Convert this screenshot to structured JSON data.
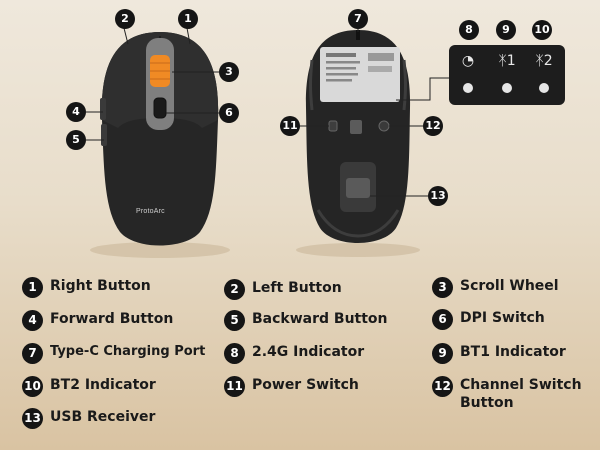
{
  "callouts": {
    "c1": "1",
    "c2": "2",
    "c3": "3",
    "c4": "4",
    "c5": "5",
    "c6": "6",
    "c7": "7",
    "c8": "8",
    "c9": "9",
    "c10": "10",
    "c11": "11",
    "c12": "12",
    "c13": "13"
  },
  "mouse_brand": "ProtoArc",
  "indicator_panel": {
    "icons": [
      "wifi-icon",
      "bluetooth-icon",
      "bluetooth-icon"
    ],
    "bt1_label": "1",
    "bt2_label": "2"
  },
  "legend": [
    {
      "num": "1",
      "label": "Right Button"
    },
    {
      "num": "2",
      "label": "Left Button"
    },
    {
      "num": "3",
      "label": "Scroll Wheel"
    },
    {
      "num": "4",
      "label": "Forward Button"
    },
    {
      "num": "5",
      "label": "Backward Button"
    },
    {
      "num": "6",
      "label": "DPI Switch"
    },
    {
      "num": "7",
      "label": "Type-C Charging Port"
    },
    {
      "num": "8",
      "label": "2.4G Indicator"
    },
    {
      "num": "9",
      "label": "BT1 Indicator"
    },
    {
      "num": "10",
      "label": "BT2 Indicator"
    },
    {
      "num": "11",
      "label": "Power Switch"
    },
    {
      "num": "12",
      "label": "Channel Switch Button"
    },
    {
      "num": "13",
      "label": "USB Receiver"
    }
  ],
  "colors": {
    "mouse_body": "#232323",
    "accent_wheel": "#f08a24",
    "callout_bg": "#151515",
    "led": "#e6e6e6"
  }
}
